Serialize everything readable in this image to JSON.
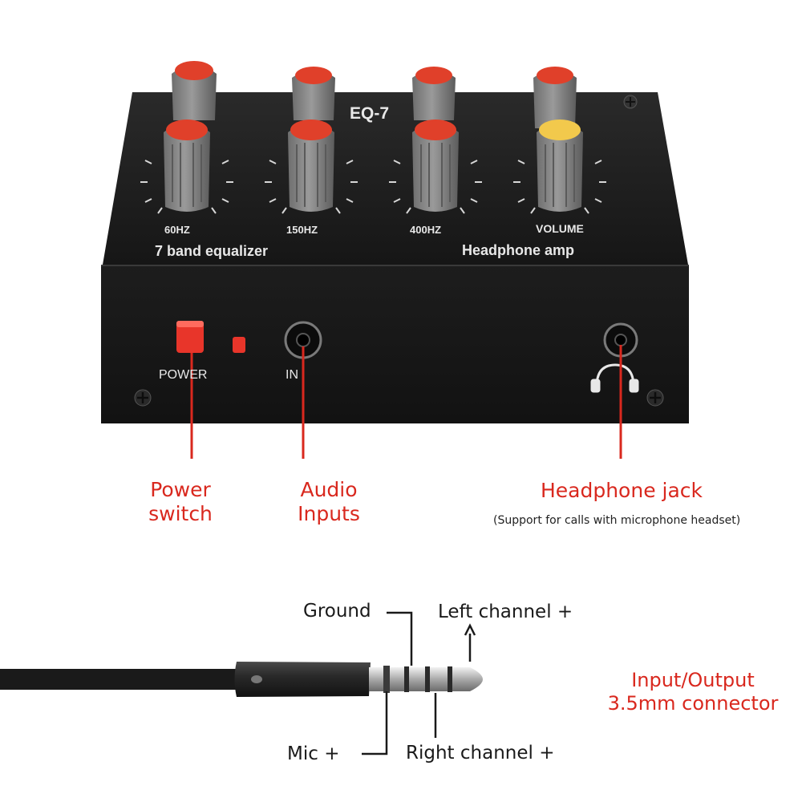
{
  "device": {
    "model_label": "EQ-7",
    "knob_labels": [
      "60HZ",
      "150HZ",
      "400HZ",
      "VOLUME"
    ],
    "section_left": "7 band equalizer",
    "section_right": "Headphone amp",
    "power_label": "POWER",
    "input_label": "IN",
    "headphone_icon": "headphone-icon"
  },
  "callouts": {
    "power": [
      "Power",
      "switch"
    ],
    "audio": [
      "Audio",
      "Inputs"
    ],
    "headphone": "Headphone jack",
    "headphone_note": "(Support for calls with microphone headset)"
  },
  "connector": {
    "pins": {
      "ground": "Ground",
      "left": "Left channel +",
      "mic": "Mic +",
      "right": "Right channel +"
    },
    "title": [
      "Input/Output",
      "3.5mm connector"
    ]
  },
  "colors": {
    "accent": "#d9281e",
    "device_body": "#1c1c1c",
    "knob_body": "#8a8a8a",
    "knob_cap_red": "#e0402a",
    "knob_cap_yellow": "#f2c94c"
  }
}
